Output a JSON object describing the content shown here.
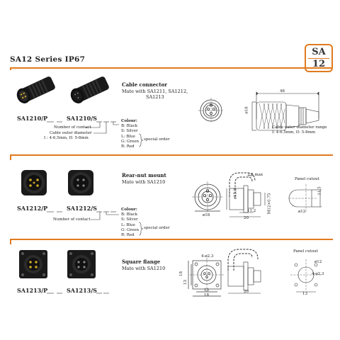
{
  "header": {
    "title": "SA12 Series IP67",
    "badge_top": "SA",
    "badge_bottom": "12"
  },
  "sections": [
    {
      "name": "Cable connector",
      "subtitle_line1": "Mate with SA1211, SA1212,",
      "subtitle_line2": "SA1213",
      "model_p": "SA1210/P",
      "model_s": "SA1210/S",
      "contact_label": "Number of contact",
      "diameter_label": "Cable outer diameter",
      "diameter_values": "I : 4-6.5mm, II: 5-8mm",
      "colour_title": "Colour:",
      "colours": [
        "B: Black",
        "S: Silver",
        "L: Blue",
        "G: Green",
        "R: Red"
      ],
      "special_order": "special order",
      "dims": {
        "length": "46",
        "diameter": "ø18",
        "range_title": "Cable outer diameter range",
        "range_values": "I: 4-6.5mm, II: 5-8mm"
      }
    },
    {
      "name": "Rear-nut mount",
      "subtitle_line1": "Mate with SA1210",
      "model_p": "SA1212/P",
      "model_s": "SA1212/S",
      "contact_label": "Number of contact",
      "colour_title": "Colour:",
      "colours": [
        "B: Black",
        "S: Silver",
        "L: Blue",
        "G: Green",
        "R: Red"
      ],
      "special_order": "special order",
      "dims": {
        "max": "3.5 max",
        "d18": "ø18",
        "d159": "ø15.9",
        "d112": "11.2",
        "len20": "20",
        "thread": "M12×0.75",
        "cutout": "Panel cutout",
        "cut_h": "11.5",
        "cut_d": "ø12"
      }
    },
    {
      "name": "Square flange",
      "subtitle_line1": "Mate with SA1210",
      "model_p": "SA1213/P",
      "model_s": "SA1213/S",
      "dims": {
        "holes": "4-ø2.3",
        "h18": "18",
        "h13": "13",
        "w13": "13",
        "w18": "18",
        "len20": "20",
        "cutout": "Panel cutout",
        "cut_d": "ø12",
        "cut_holes": "4-ø2.3",
        "cut_w": "13"
      }
    }
  ]
}
